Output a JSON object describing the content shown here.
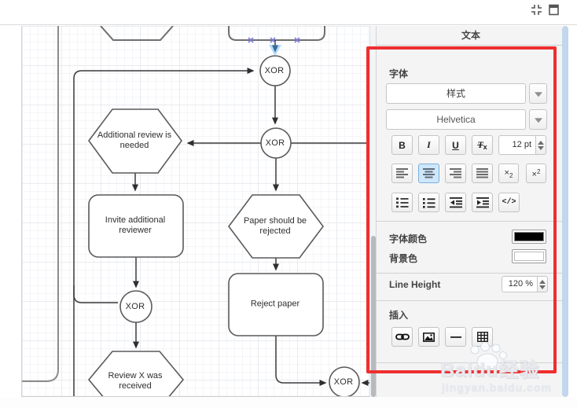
{
  "diagram": {
    "nodes": {
      "xor1": "XOR",
      "xor2": "XOR",
      "xor3": "XOR",
      "xor4": "XOR",
      "hex_additional": "Additional review is needed",
      "invite": "Invite additional reviewer",
      "hex_reject": "Paper should be rejected",
      "reject": "Reject paper",
      "hex_received": "Review X was received"
    }
  },
  "panel": {
    "tab_label": "文本",
    "font_section_label": "字体",
    "style_dropdown_value": "样式",
    "font_family_value": "Helvetica",
    "bold_label": "B",
    "italic_label": "I",
    "underline_label": "U",
    "clear_format_t": "T",
    "clear_format_x": "x",
    "font_size_value": "12 pt",
    "subscript_base": "×",
    "subscript_mark": "2",
    "superscript_base": "×",
    "superscript_mark": "2",
    "code_label": "</>",
    "font_color_label": "字体颜色",
    "font_color_value": "#000000",
    "background_color_label": "背景色",
    "background_color_value": "#ffffff",
    "line_height_label": "Line Height",
    "line_height_value": "120 %",
    "insert_section_label": "插入"
  },
  "annotation": {
    "highlight_color": "#ee2f2f",
    "active_button_color": "#cfe7fb"
  },
  "watermark": {
    "brand": "Baidu",
    "brand_suffix": "经验",
    "site": "jingyan.baidu.com"
  }
}
